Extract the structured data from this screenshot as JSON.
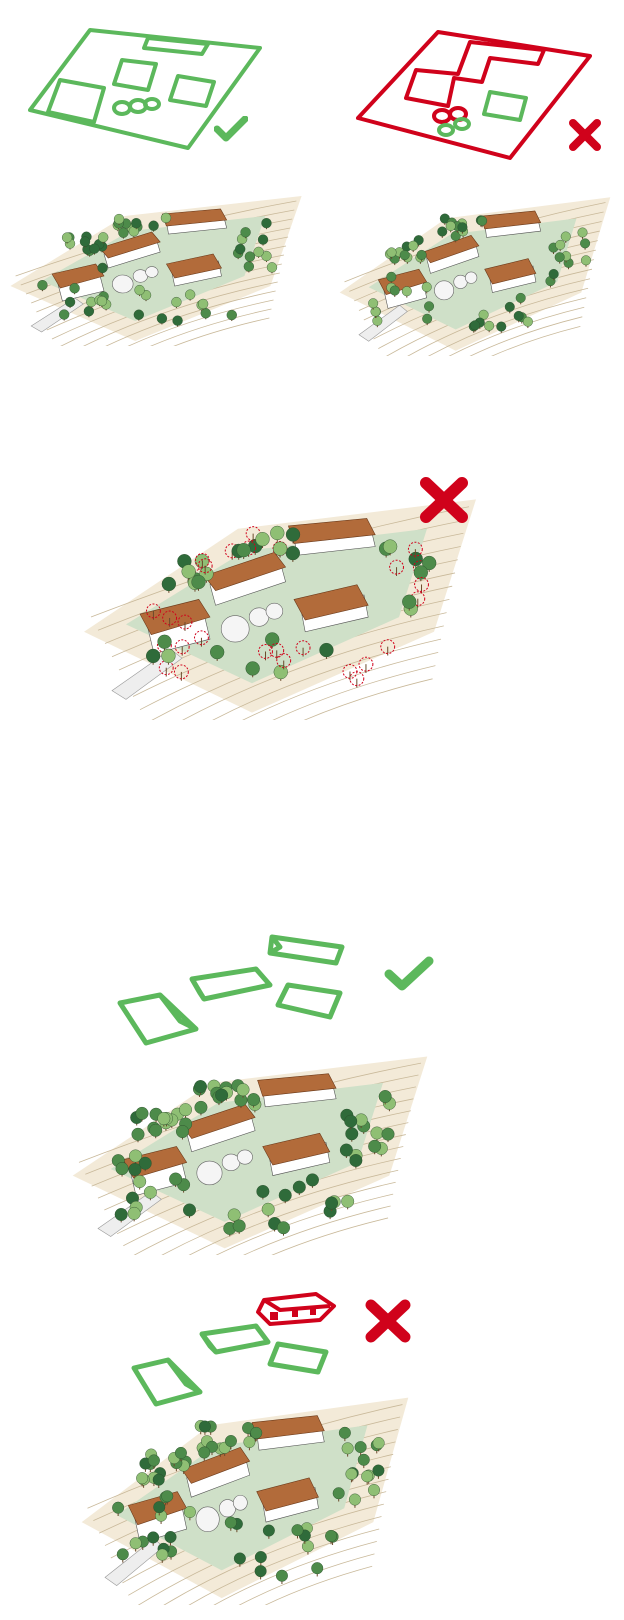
{
  "colors": {
    "approved": "#5cb85c",
    "rejected": "#d0021b",
    "ground": "#f3ead8",
    "contour": "#c9b99a",
    "lawn": "#cfe0c8",
    "roof": "#b26b3a",
    "wall": "#ffffff",
    "tree_dark": "#2f6b3a",
    "tree_mid": "#4d8b4a",
    "tree_light": "#8fbf74"
  },
  "panels": [
    {
      "id": "layout-plan-good",
      "verdict": "check",
      "icon": "check-icon"
    },
    {
      "id": "layout-plan-bad",
      "verdict": "cross",
      "icon": "cross-icon"
    },
    {
      "id": "farm-aerial-good",
      "verdict": "none"
    },
    {
      "id": "farm-aerial-bad",
      "verdict": "none"
    },
    {
      "id": "farm-tree-removal",
      "verdict": "cross",
      "icon": "cross-icon"
    },
    {
      "id": "roof-orientation-good",
      "verdict": "check",
      "icon": "check-icon"
    },
    {
      "id": "roof-orientation-bad",
      "verdict": "cross",
      "icon": "cross-icon"
    }
  ]
}
